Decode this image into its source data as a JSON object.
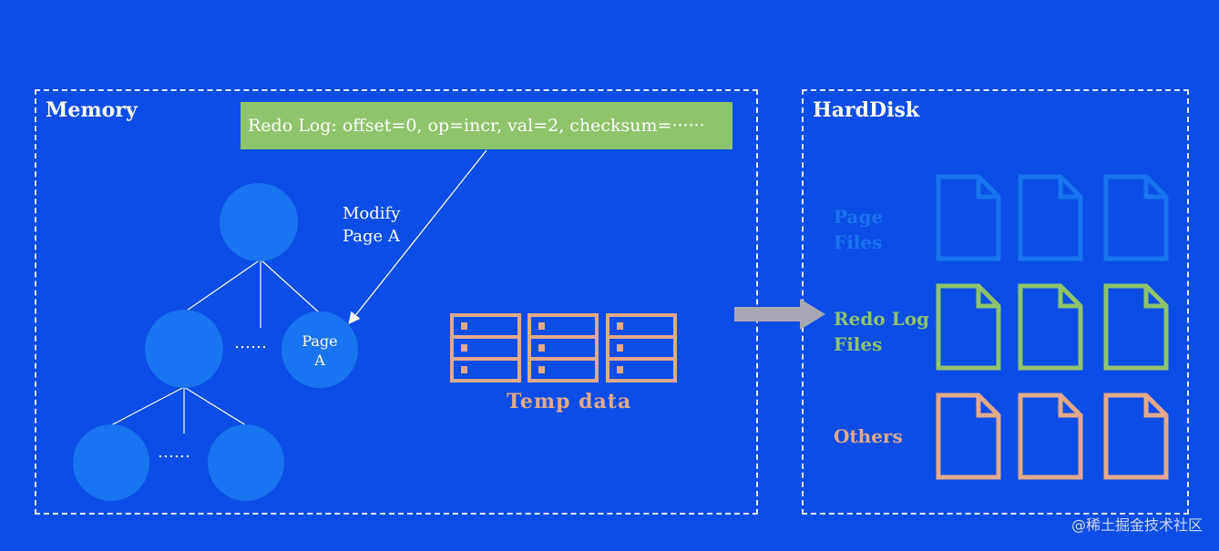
{
  "memory": {
    "title": "Memory",
    "redo_log": "Redo Log: offset=0, op=incr, val=2, checksum=······",
    "modify_label_line1": "Modify",
    "modify_label_line2": "Page A",
    "page_a_line1": "Page",
    "page_a_line2": "A",
    "ellipsis": "……",
    "temp_data": "Temp data"
  },
  "harddisk": {
    "title": "HardDisk",
    "groups": [
      {
        "label_line1": "Page",
        "label_line2": "Files",
        "color": "#1a73f0"
      },
      {
        "label_line1": "Redo Log",
        "label_line2": "Files",
        "color": "#8dc46c"
      },
      {
        "label_line1": "Others",
        "label_line2": "",
        "color": "#e3a98a"
      }
    ]
  },
  "colors": {
    "background": "#0b4de6",
    "node": "#1a73f0",
    "arrow": "#a8a8b4",
    "temp": "#e3a98a",
    "redo": "#8dc46c"
  },
  "watermark": "@稀土掘金技术社区"
}
